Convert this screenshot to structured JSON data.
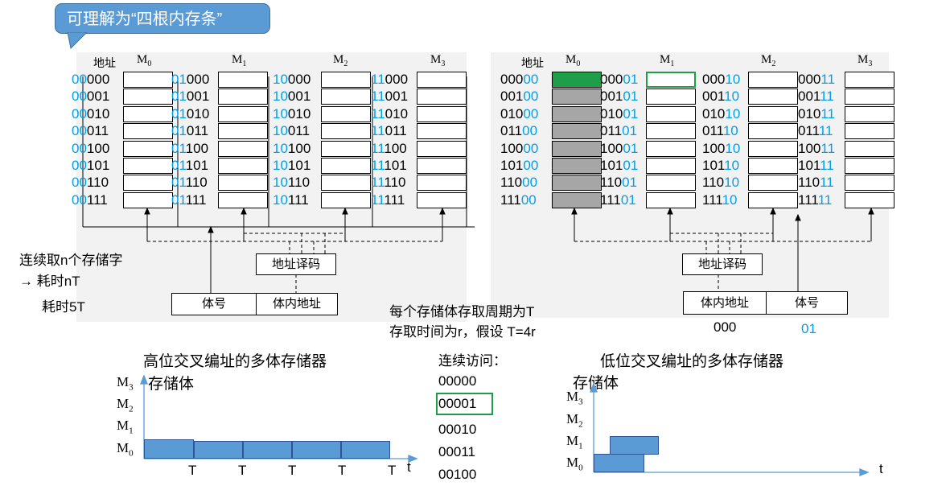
{
  "callout": "可理解为“四根内存条”",
  "left": {
    "addr_header": "地址",
    "modules": [
      {
        "name": "M",
        "sub": "0"
      },
      {
        "name": "M",
        "sub": "1"
      },
      {
        "name": "M",
        "sub": "2"
      },
      {
        "name": "M",
        "sub": "3"
      }
    ],
    "addresses": [
      [
        [
          "00",
          "000"
        ],
        [
          "00",
          "001"
        ],
        [
          "00",
          "010"
        ],
        [
          "00",
          "011"
        ],
        [
          "00",
          "100"
        ],
        [
          "00",
          "101"
        ],
        [
          "00",
          "110"
        ],
        [
          "00",
          "111"
        ]
      ],
      [
        [
          "01",
          "000"
        ],
        [
          "01",
          "001"
        ],
        [
          "01",
          "010"
        ],
        [
          "01",
          "011"
        ],
        [
          "01",
          "100"
        ],
        [
          "01",
          "101"
        ],
        [
          "01",
          "110"
        ],
        [
          "01",
          "111"
        ]
      ],
      [
        [
          "10",
          "000"
        ],
        [
          "10",
          "001"
        ],
        [
          "10",
          "010"
        ],
        [
          "10",
          "011"
        ],
        [
          "10",
          "100"
        ],
        [
          "10",
          "101"
        ],
        [
          "10",
          "110"
        ],
        [
          "10",
          "111"
        ]
      ],
      [
        [
          "11",
          "000"
        ],
        [
          "11",
          "001"
        ],
        [
          "11",
          "010"
        ],
        [
          "11",
          "011"
        ],
        [
          "11",
          "100"
        ],
        [
          "11",
          "101"
        ],
        [
          "11",
          "110"
        ],
        [
          "11",
          "111"
        ]
      ]
    ],
    "decoder": "地址译码",
    "reg_bank": "体号",
    "reg_inner": "体内地址"
  },
  "right": {
    "addr_header": "地址",
    "modules": [
      {
        "name": "M",
        "sub": "0"
      },
      {
        "name": "M",
        "sub": "1"
      },
      {
        "name": "M",
        "sub": "2"
      },
      {
        "name": "M",
        "sub": "3"
      }
    ],
    "addresses": [
      [
        [
          "000",
          "00"
        ],
        [
          "001",
          "00"
        ],
        [
          "010",
          "00"
        ],
        [
          "011",
          "00"
        ],
        [
          "100",
          "00"
        ],
        [
          "101",
          "00"
        ],
        [
          "110",
          "00"
        ],
        [
          "111",
          "00"
        ]
      ],
      [
        [
          "000",
          "01"
        ],
        [
          "001",
          "01"
        ],
        [
          "010",
          "01"
        ],
        [
          "011",
          "01"
        ],
        [
          "100",
          "01"
        ],
        [
          "101",
          "01"
        ],
        [
          "110",
          "01"
        ],
        [
          "111",
          "01"
        ]
      ],
      [
        [
          "000",
          "10"
        ],
        [
          "001",
          "10"
        ],
        [
          "010",
          "10"
        ],
        [
          "011",
          "10"
        ],
        [
          "100",
          "10"
        ],
        [
          "101",
          "10"
        ],
        [
          "110",
          "10"
        ],
        [
          "111",
          "10"
        ]
      ],
      [
        [
          "000",
          "11"
        ],
        [
          "001",
          "11"
        ],
        [
          "010",
          "11"
        ],
        [
          "011",
          "11"
        ],
        [
          "100",
          "11"
        ],
        [
          "101",
          "11"
        ],
        [
          "110",
          "11"
        ],
        [
          "111",
          "11"
        ]
      ]
    ],
    "decoder": "地址译码",
    "reg_inner": "体内地址",
    "reg_bank": "体号",
    "reg_inner_value": "000",
    "reg_bank_value": "01"
  },
  "notes": {
    "n_words": "连续取n个存储字",
    "time_nt": "→ 耗时nT",
    "time_5t": "耗时5T",
    "cycle": "每个存储体存取周期为T",
    "access": "存取时间为r，假设 T=4r"
  },
  "sequence": {
    "title": "连续访问：",
    "items": [
      "00000",
      "00001",
      "00010",
      "00011",
      "00100"
    ]
  },
  "timeline_high": {
    "title": "高位交叉编址的多体存储器",
    "ylabel": "存储体",
    "tick_label": "T",
    "t_label": "t"
  },
  "timeline_low": {
    "title": "低位交叉编址的多体存储器",
    "ylabel": "存储体",
    "t_label": "t"
  },
  "colors": {
    "accent_blue": "#00a0e9",
    "bar_blue": "#5b9bd5",
    "highlight_green": "#1e9e48",
    "filled_gray": "#a6a6a6"
  }
}
